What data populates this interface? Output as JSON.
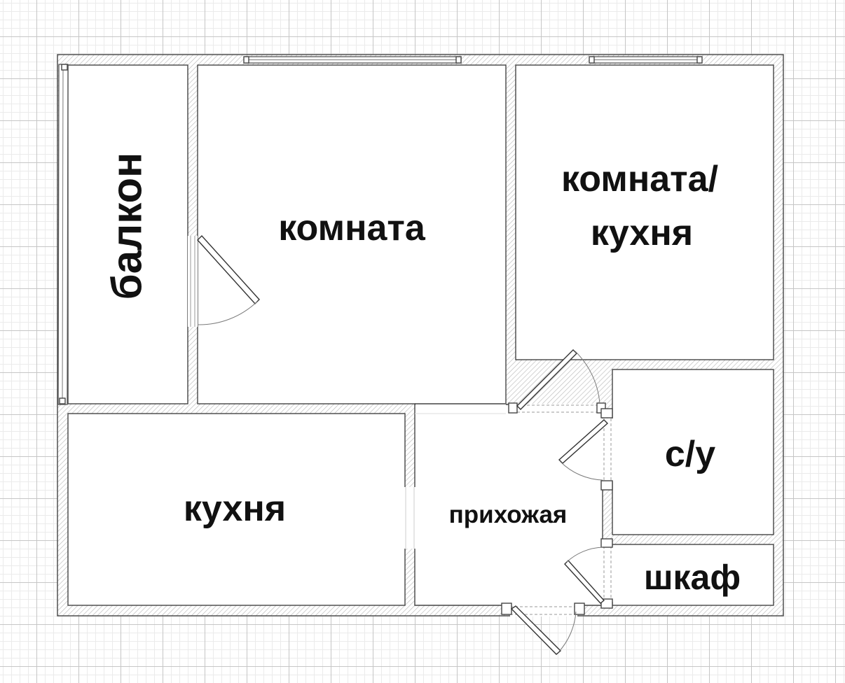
{
  "rooms": {
    "balcony": "балкон",
    "room": "комната",
    "room_kitchen_line1": "комната/",
    "room_kitchen_line2": "кухня",
    "kitchen": "кухня",
    "hallway": "прихожая",
    "bathroom": "с/у",
    "closet": "шкаф"
  },
  "colors": {
    "wall_stroke": "#444444",
    "hatch": "#bbbbbb",
    "grid_major": "#c6c6c6",
    "grid_minor": "#ebebeb",
    "text": "#111111"
  }
}
